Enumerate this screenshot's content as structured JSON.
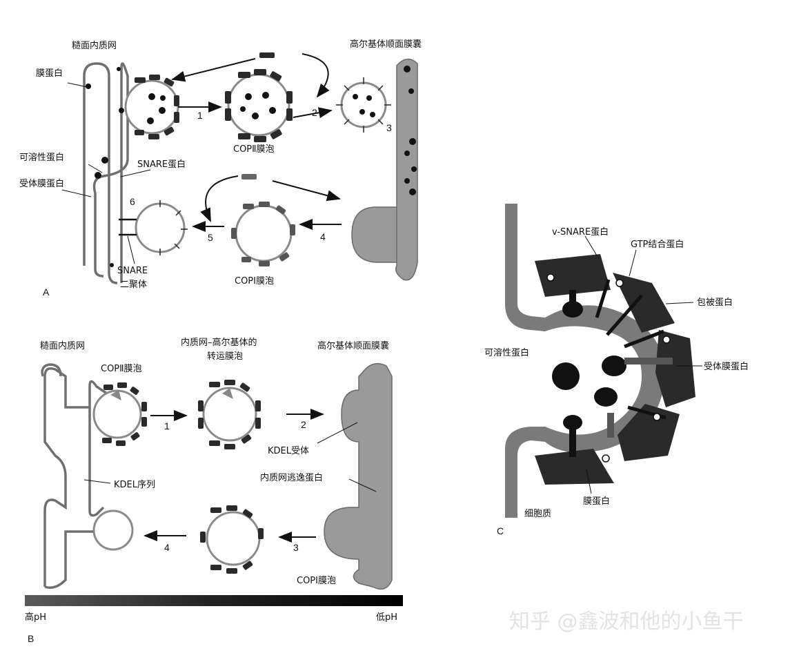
{
  "panels": {
    "A": {
      "letter": "A",
      "labels": {
        "rough_er": "糙面内质网",
        "membrane_protein": "膜蛋白",
        "soluble_protein": "可溶性蛋白",
        "receptor_membrane_protein": "受体膜蛋白",
        "snare_protein": "SNARE蛋白",
        "snare_dimer_line1": "SNARE",
        "snare_dimer_line2": "二聚体",
        "golgi_cis": "高尔基体顺面膜囊",
        "copii_vesicle": "COPⅡ膜泡",
        "copi_vesicle": "COPⅠ膜泡"
      },
      "steps": [
        "1",
        "2",
        "3",
        "4",
        "5",
        "6"
      ]
    },
    "B": {
      "letter": "B",
      "labels": {
        "rough_er": "糙面内质网",
        "transport_vesicle_line1": "内质网–高尔基体的",
        "transport_vesicle_line2": "转运膜泡",
        "golgi_cis": "高尔基体顺面膜囊",
        "copii_vesicle": "COPⅡ膜泡",
        "kdel_receptor": "KDEL受体",
        "er_escape_protein": "内质网逃逸蛋白",
        "kdel_sequence": "KDEL序列",
        "copi_vesicle": "COPⅠ膜泡",
        "high_ph": "高pH",
        "low_ph": "低pH"
      },
      "steps": [
        "1",
        "2",
        "3",
        "4"
      ]
    },
    "C": {
      "letter": "C",
      "labels": {
        "v_snare": "v-SNARE蛋白",
        "gtp_binding": "GTP结合蛋白",
        "coat_protein": "包被蛋白",
        "soluble_protein": "可溶性蛋白",
        "receptor_membrane_protein": "受体膜蛋白",
        "membrane_protein": "膜蛋白",
        "cytoplasm": "细胞质"
      }
    }
  },
  "watermark": "知乎 @鑫波和他的小鱼干",
  "colors": {
    "coat": "#2a2a2a",
    "membrane": "#6f6f6f",
    "golgi": "#9a9a9a"
  }
}
